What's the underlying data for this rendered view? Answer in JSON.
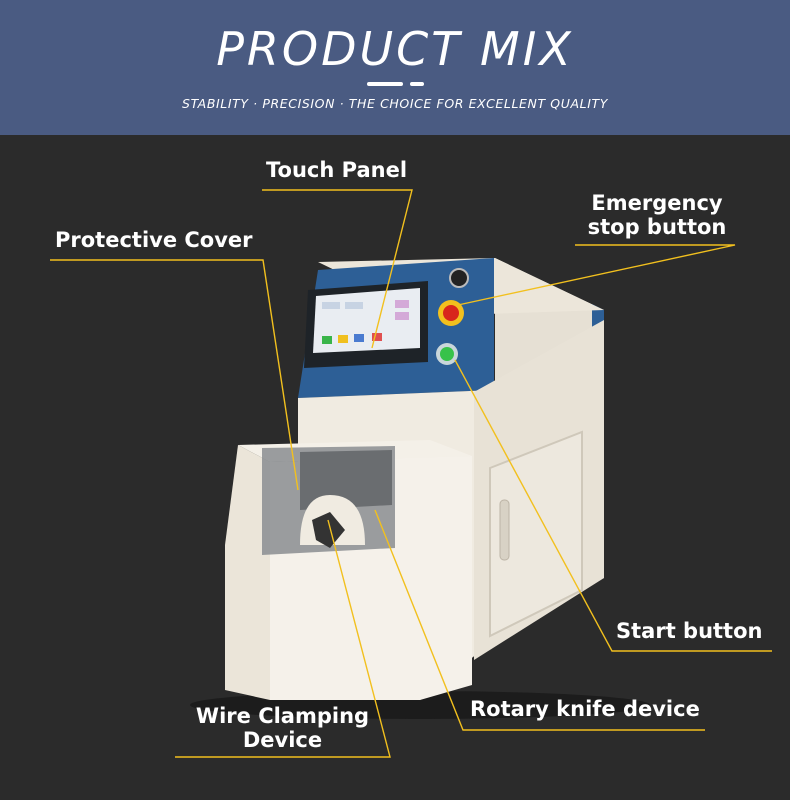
{
  "header": {
    "title": "PRODUCT MIX",
    "subtitle": "STABILITY · PRECISION · THE CHOICE FOR EXCELLENT QUALITY"
  },
  "callouts": {
    "touch_panel": "Touch Panel",
    "emergency_line1": "Emergency",
    "emergency_line2": "stop button",
    "protective_cover": "Protective Cover",
    "start_button": "Start button",
    "wire_clamping_line1": "Wire Clamping",
    "wire_clamping_line2": "Device",
    "rotary_knife": "Rotary knife device"
  },
  "colors": {
    "header_bg": "#4a5b82",
    "page_bg": "#2b2b2b",
    "leader_line": "#f2c01e",
    "machine_body": "#f0ebe1",
    "machine_panel": "#2d5f96"
  }
}
